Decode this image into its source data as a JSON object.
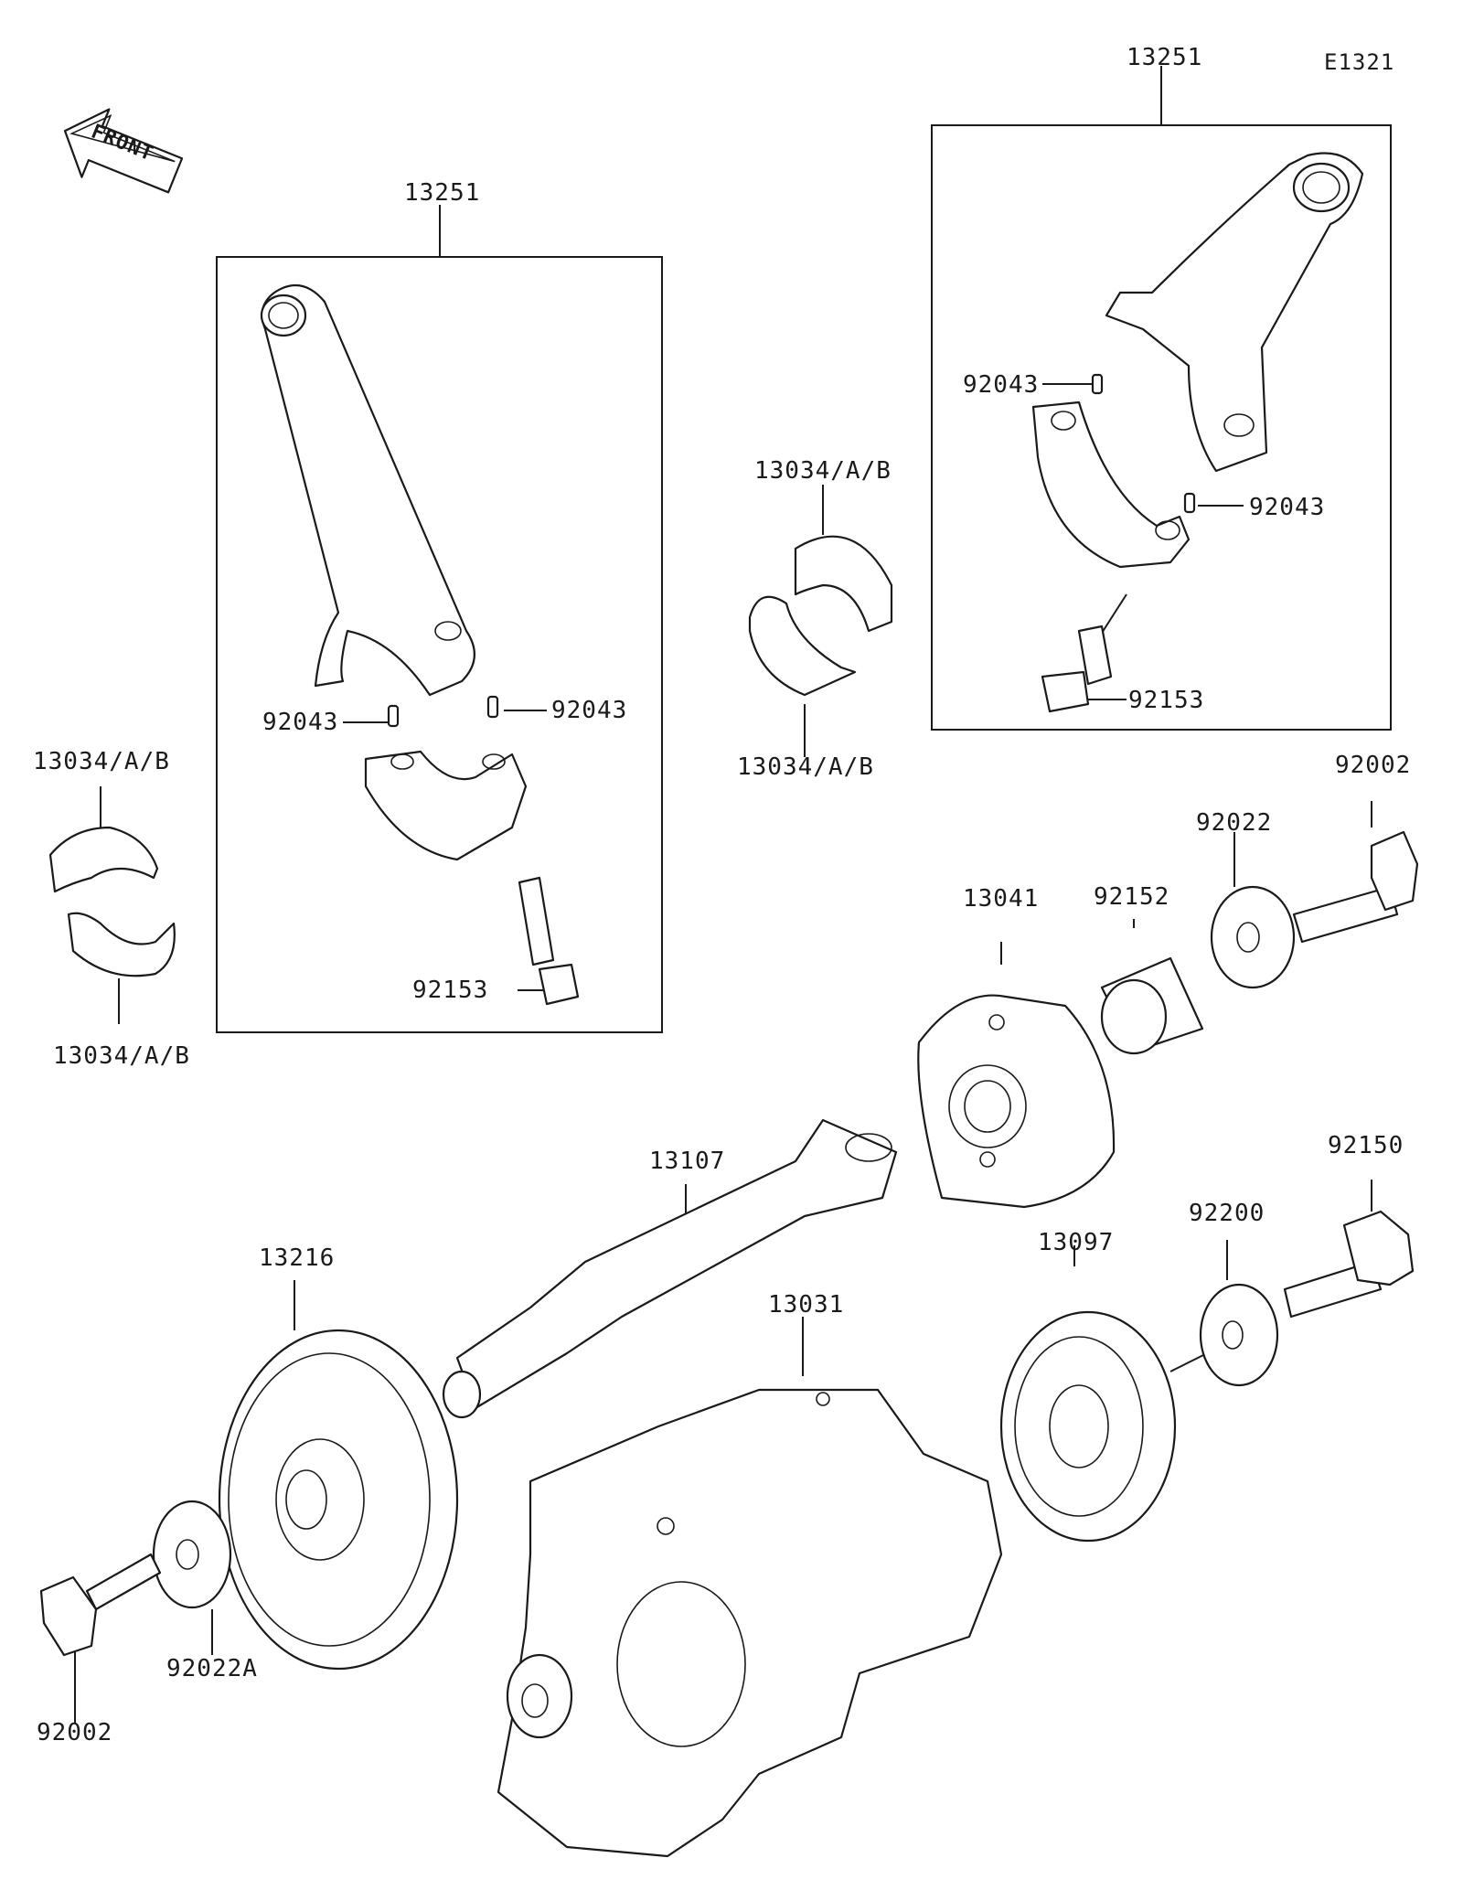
{
  "diagram_code": "E1321",
  "front_arrow": {
    "text": "FRONT",
    "icon": "front-arrow-icon"
  },
  "callouts": {
    "rod_left": "13251",
    "rod_right": "13251",
    "pin_left_a": "92043",
    "pin_left_b": "92043",
    "pin_right_a": "92043",
    "pin_right_b": "92043",
    "bolt_left": "92153",
    "bolt_right": "92153",
    "bearing_mid_top": "13034/A/B",
    "bearing_mid_bot": "13034/A/B",
    "bearing_left_top": "13034/A/B",
    "bearing_left_bot": "13034/A/B",
    "bolt_tr": "92002",
    "washer_tr": "92022",
    "collar": "92152",
    "starter_clutch": "13041",
    "shaft": "13107",
    "gear_left": "13216",
    "crankshaft": "13031",
    "gear_right": "13097",
    "washer_r": "92200",
    "bolt_r": "92150",
    "washer_l": "92022A",
    "bolt_bl": "92002"
  }
}
